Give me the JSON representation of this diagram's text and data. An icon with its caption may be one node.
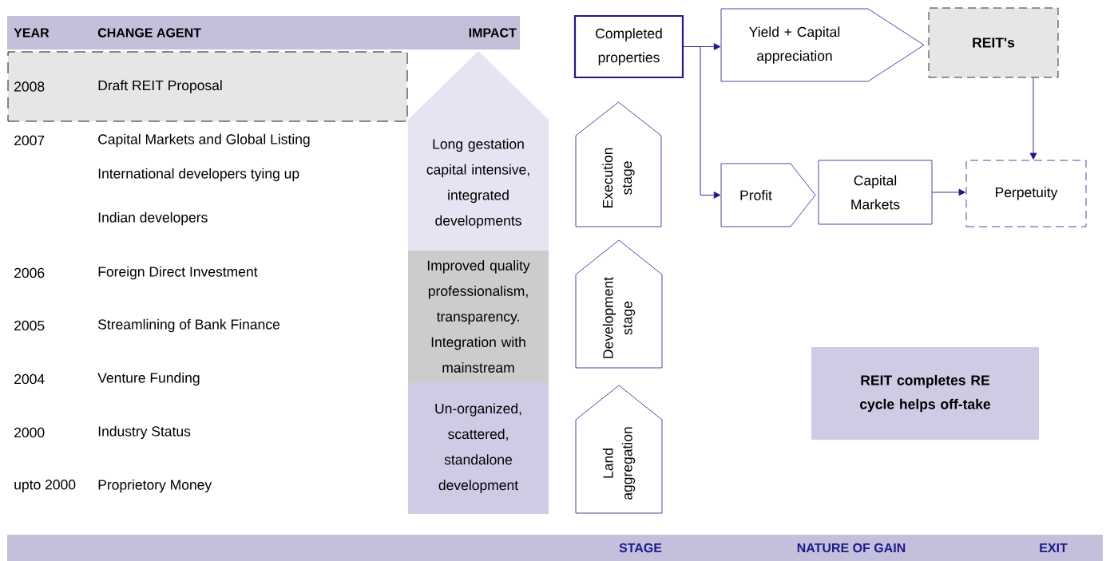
{
  "diagram": {
    "nodes": [
      {
        "text": [
          "YEAR",
          "CHANGE AGENT",
          "IMPACT"
        ]
      },
      {
        "text": [
          "2008",
          "Draft REIT Proposal"
        ]
      },
      {
        "text": [
          "Long gestation capital intensive, integrated developments"
        ]
      },
      {
        "text": [
          "Improved quality professionalism, transparency. Integration with mainstream"
        ]
      },
      {
        "text": [
          "Un-organized, scattered, standalone development"
        ]
      },
      {
        "text": [
          "Execution stage"
        ]
      },
      {
        "text": [
          "Development stage"
        ]
      },
      {
        "text": [
          "Land aggregation"
        ]
      },
      {
        "text": [
          "Completed properties"
        ]
      },
      {
        "text": [
          "Yield + Capital appreciation"
        ]
      },
      {
        "text": [
          "REIT's"
        ]
      },
      {
        "text": [
          "Profit"
        ]
      },
      {
        "text": [
          "Capital Markets"
        ]
      },
      {
        "text": [
          "Perpetuity"
        ]
      },
      {
        "text": [
          "REIT completes RE cycle helps off-take"
        ]
      },
      {
        "text": [
          "STAGE",
          "NATURE OF GAIN",
          "EXIT"
        ]
      }
    ],
    "edges": [
      {
        "from": 8,
        "to": 9,
        "arrow": "to"
      },
      {
        "from": 8,
        "to": 11,
        "arrow": "to"
      },
      {
        "from": 10,
        "to": 13,
        "arrow": "to"
      },
      {
        "from": 12,
        "to": 13,
        "arrow": "to"
      }
    ],
    "labels": [
      "2007",
      "Capital Markets and Global Listing",
      "International developers tying up",
      "Indian developers",
      "2006",
      "Foreign Direct Investment",
      "2005",
      "Streamlining of Bank Finance",
      "2004",
      "Venture Funding",
      "2000",
      "Industry Status",
      "upto 2000",
      "Proprietory Money"
    ]
  }
}
